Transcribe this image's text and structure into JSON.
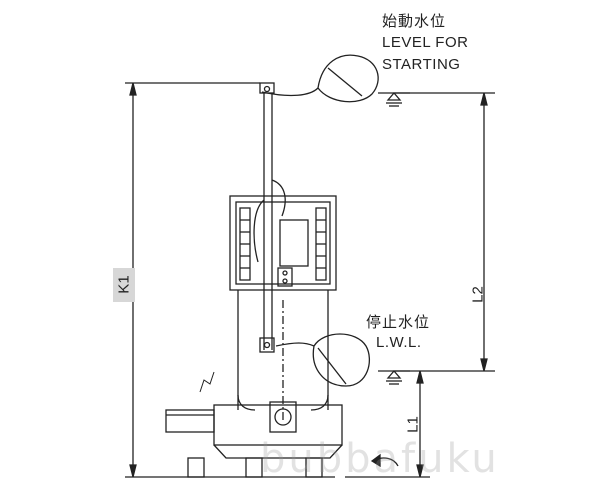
{
  "labels": {
    "start_level_jp": "始動水位",
    "start_level_en_1": "LEVEL FOR",
    "start_level_en_2": "STARTING",
    "stop_level_jp": "停止水位",
    "stop_level_en": "L.W.L.",
    "dim_k1": "K1",
    "dim_l2": "L2",
    "dim_l1": "L1",
    "watermark": "bubbafuku"
  },
  "colors": {
    "line": "#222222",
    "k1_highlight": "#d7d7d7"
  }
}
